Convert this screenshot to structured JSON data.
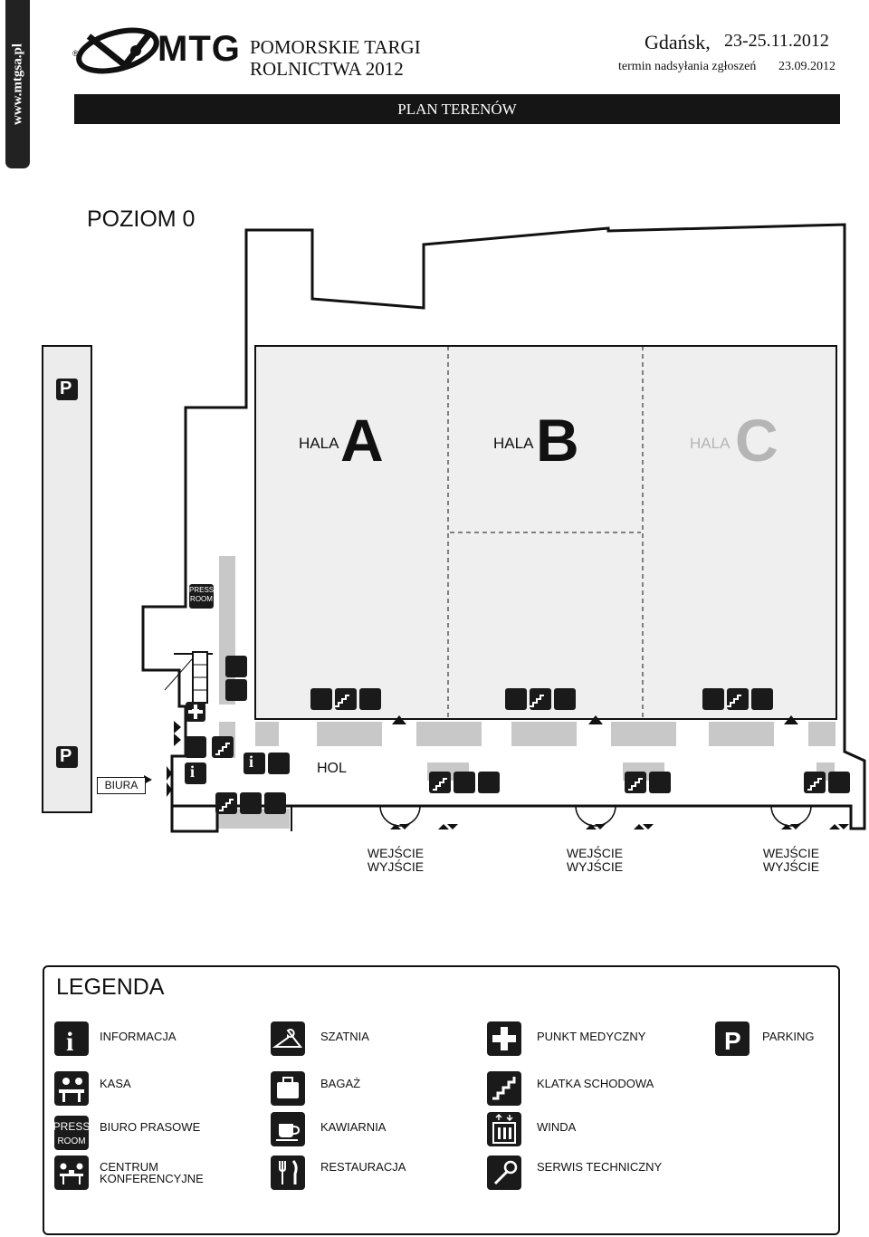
{
  "site_url": "www.mtgsa.pl",
  "logo": {
    "text": "MTG",
    "registered": "®"
  },
  "event": {
    "name_line1": "POMORSKIE TARGI",
    "name_line2": "ROLNICTWA 2012",
    "city": "Gdańsk,",
    "dates": "23-25.11.2012",
    "deadline_label": "termin nadsyłania zgłoszeń",
    "deadline": "23.09.2012"
  },
  "banner": "PLAN TERENÓW",
  "level": "POZIOM 0",
  "halls": [
    {
      "word": "HALA",
      "letter": "A"
    },
    {
      "word": "HALA",
      "letter": "B"
    },
    {
      "word": "HALA",
      "letter": "C"
    }
  ],
  "map_labels": {
    "press_l1": "PRESS",
    "press_l2": "ROOM",
    "parking": "P",
    "biura": "BIURA",
    "hol": "HOL",
    "entrance": "WEJŚCIE",
    "exit": "WYJŚCIE"
  },
  "legend": {
    "title": "LEGENDA",
    "items": [
      {
        "icon": "info-icon",
        "label": "INFORMACJA"
      },
      {
        "icon": "hanger-icon",
        "label": "SZATNIA"
      },
      {
        "icon": "medical-cross-icon",
        "label": "PUNKT MEDYCZNY"
      },
      {
        "icon": "parking-icon",
        "label": "PARKING"
      },
      {
        "icon": "cashier-icon",
        "label": "KASA"
      },
      {
        "icon": "luggage-icon",
        "label": "BAGAŻ"
      },
      {
        "icon": "stairs-icon",
        "label": "KLATKA SCHODOWA"
      },
      {
        "icon": "press-room-icon",
        "label": "BIURO PRASOWE"
      },
      {
        "icon": "coffee-icon",
        "label": "KAWIARNIA"
      },
      {
        "icon": "elevator-icon",
        "label": "WINDA"
      },
      {
        "icon": "conference-icon",
        "label_l1": "CENTRUM",
        "label_l2": "KONFERENCYJNE"
      },
      {
        "icon": "restaurant-icon",
        "label": "RESTAURACJA"
      },
      {
        "icon": "wrench-icon",
        "label": "SERWIS TECHNICZNY"
      }
    ]
  }
}
